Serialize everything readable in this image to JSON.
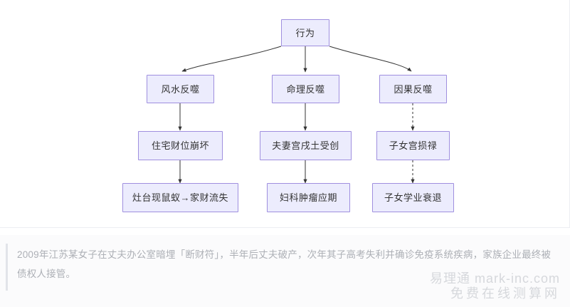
{
  "diagram": {
    "type": "flowchart",
    "orientation": "top-down",
    "node_fill": "#ececfd",
    "node_border": "#9f8fdf",
    "edge_color": "#333333",
    "root": {
      "id": "root",
      "label": "行为"
    },
    "branches": [
      {
        "id": "branch-fengshui",
        "edge_style": "solid",
        "nodes": [
          {
            "id": "fengshui-1",
            "label": "风水反噬"
          },
          {
            "id": "fengshui-2",
            "label": "住宅财位崩坏"
          },
          {
            "id": "fengshui-3",
            "label": "灶台现鼠蚁→家财流失"
          }
        ]
      },
      {
        "id": "branch-mingli",
        "edge_style": "solid",
        "nodes": [
          {
            "id": "mingli-1",
            "label": "命理反噬"
          },
          {
            "id": "mingli-2",
            "label": "夫妻宫戌土受创"
          },
          {
            "id": "mingli-3",
            "label": "妇科肿瘤应期"
          }
        ]
      },
      {
        "id": "branch-yinguo",
        "edge_style": "dotted",
        "nodes": [
          {
            "id": "yinguo-1",
            "label": "因果反噬"
          },
          {
            "id": "yinguo-2",
            "label": "子女宫损禄"
          },
          {
            "id": "yinguo-3",
            "label": "子女学业衰退"
          }
        ]
      }
    ]
  },
  "caption": {
    "text": "2009年江苏某女子在丈夫办公室暗埋「断财符」，半年后丈夫破产，次年其子高考失利并确诊免疫系统疾病，家族企业最终被债权人接管。"
  },
  "watermark": {
    "line1": "易理通 mark-inc.com",
    "line2": "免费在线测算网"
  }
}
